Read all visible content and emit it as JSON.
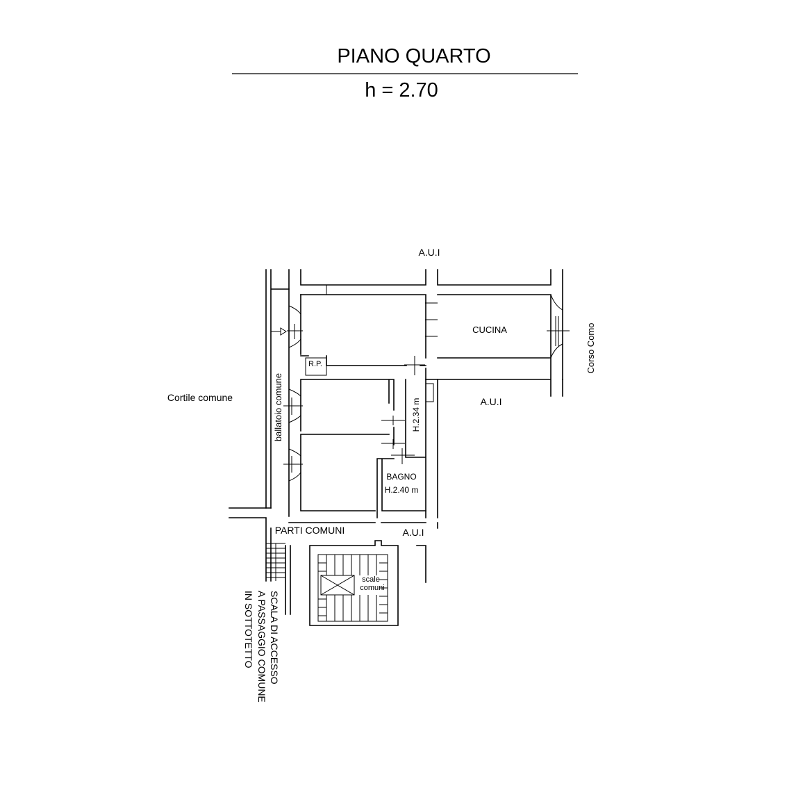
{
  "header": {
    "title": "PIANO QUARTO",
    "height": "h = 2.70"
  },
  "labels": {
    "aui_top": "A.U.I",
    "aui_right": "A.U.I",
    "aui_bottom": "A.U.I",
    "cucina": "CUCINA",
    "corso_como": "Corso Como",
    "cortile": "Cortile comune",
    "ballatoio": "ballatoio comune",
    "rp": "R.P.",
    "corridor_height": "H.2.34 m",
    "bagno": "BAGNO",
    "bagno_height": "H.2.40 m",
    "parti_comuni": "PARTI COMUNI",
    "scale_line1": "scale",
    "scale_line2": "comuni",
    "stair_note": [
      "SCALA DI ACCESSO",
      "A PASSAGGIO COMUNE",
      "IN SOTTOTETTO"
    ]
  }
}
